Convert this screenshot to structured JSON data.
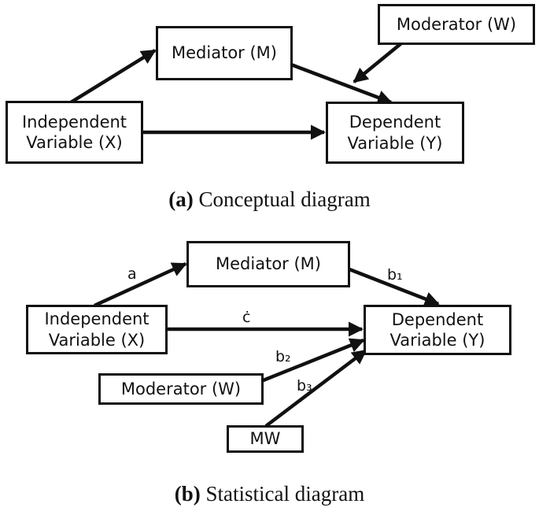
{
  "conceptual": {
    "mediator": "Mediator (M)",
    "moderator": "Moderator (W)",
    "independent_line1": "Independent",
    "independent_line2": "Variable (X)",
    "dependent_line1": "Dependent",
    "dependent_line2": "Variable (Y)",
    "caption_tag": "(a)",
    "caption_text": " Conceptual diagram"
  },
  "statistical": {
    "mediator": "Mediator (M)",
    "independent_line1": "Independent",
    "independent_line2": "Variable (X)",
    "dependent_line1": "Dependent",
    "dependent_line2": "Variable (Y)",
    "moderator": "Moderator (W)",
    "interaction": "MW",
    "path_a": "a",
    "path_c": "ċ",
    "path_b1": "b₁",
    "path_b2": "b₂",
    "path_b3": "b₃",
    "caption_tag": "(b)",
    "caption_text": " Statistical diagram"
  },
  "colors": {
    "stroke": "#111111",
    "background": "#ffffff"
  }
}
